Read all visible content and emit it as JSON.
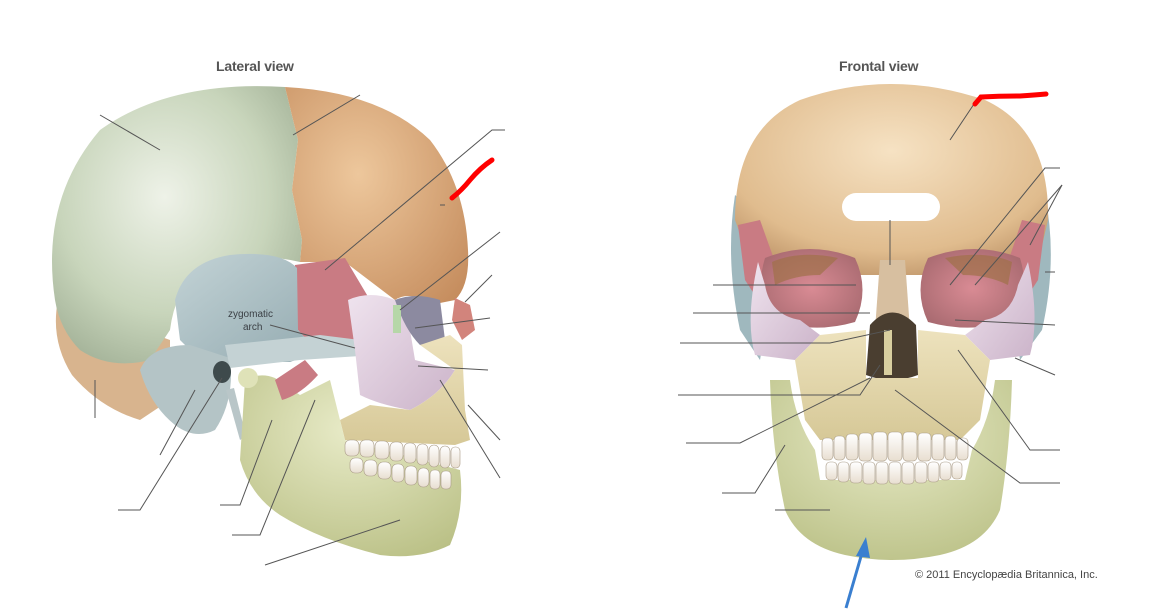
{
  "diagram": {
    "subject": "Human skull bones",
    "views": [
      {
        "id": "lateral",
        "title": "Lateral view",
        "inline_labels": [
          "zygomatic",
          "arch"
        ],
        "blank_label_lines": 19
      },
      {
        "id": "frontal",
        "title": "Frontal view",
        "inline_labels": [],
        "blank_label_lines": 13
      }
    ],
    "credit": "© 2011 Encyclopædia Britannica, Inc.",
    "annotations": [
      {
        "type": "red-mark",
        "view": "lateral",
        "target": "frontal bone leader line",
        "color": "#ff0000"
      },
      {
        "type": "red-mark",
        "view": "frontal",
        "target": "frontal bone leader line",
        "color": "#ff0000"
      },
      {
        "type": "blue-arrow",
        "view": "frontal",
        "target": "mandible (mental region)",
        "color": "#3a7fd0"
      }
    ],
    "colors": {
      "parietal": "#c9d6bd",
      "frontal": "#d9a878",
      "frontal_front": "#e2c196",
      "temporal": "#a9bfc4",
      "sphenoid": "#c97b83",
      "zygomatic": "#d9c6d6",
      "maxilla": "#e2d4a8",
      "mandible": "#cfd3a0",
      "occipital": "#d8b48e",
      "teeth": "#f7f1e8",
      "leader_line": "#555555"
    }
  }
}
